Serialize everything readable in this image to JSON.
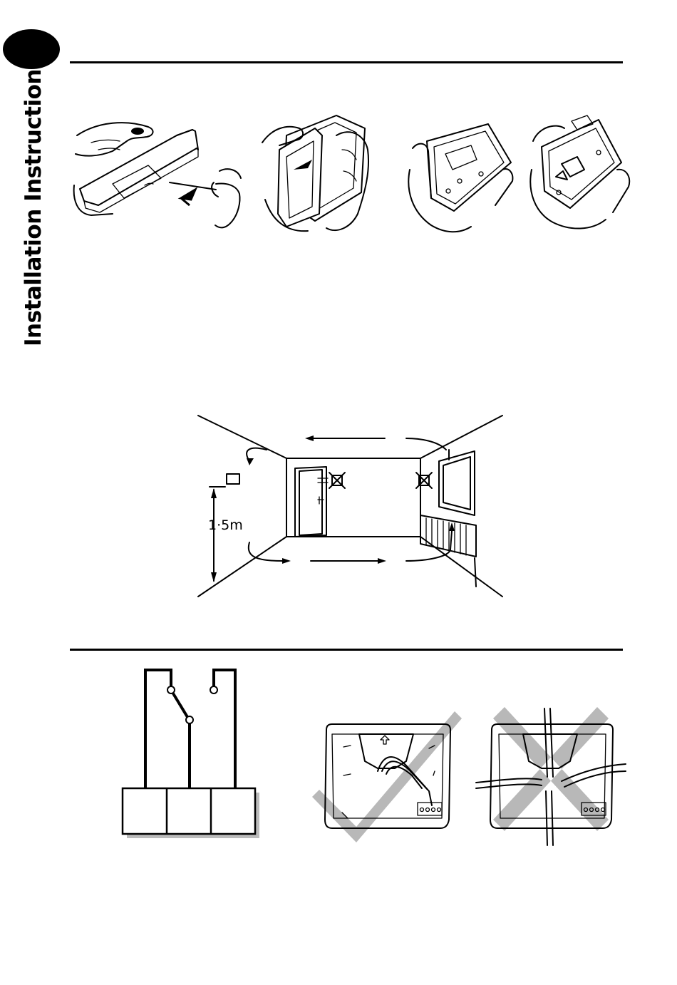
{
  "page": {
    "section_title": "Installation Instructions"
  },
  "room_diagram": {
    "mounting_height": "1·5m"
  },
  "icons": {
    "badge": "section-badge",
    "check": "check-mark-icon",
    "cross": "cross-mark-icon"
  },
  "colors": {
    "ink": "#000000",
    "mark_grey": "#b8b8b8"
  }
}
